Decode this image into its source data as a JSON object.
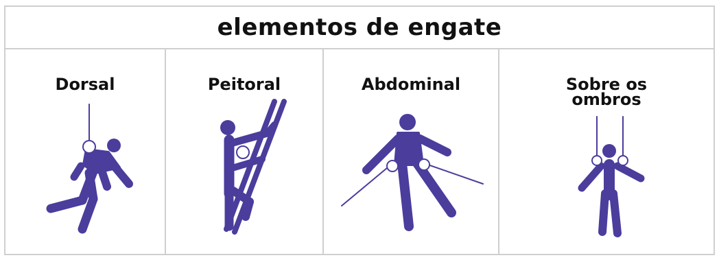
{
  "title": "elementos de engate",
  "colors": {
    "figure": "#4a3d9c",
    "border": "#cfcfcf",
    "text": "#111111"
  },
  "panels": [
    {
      "label": "Dorsal",
      "icon": "dorsal-attachment-figure-icon"
    },
    {
      "label": "Peitoral",
      "icon": "chest-attachment-ladder-figure-icon"
    },
    {
      "label": "Abdominal",
      "icon": "abdominal-attachment-figure-icon"
    },
    {
      "label_lines": [
        "Sobre os",
        "ombros"
      ],
      "icon": "shoulder-attachment-figure-icon"
    }
  ]
}
